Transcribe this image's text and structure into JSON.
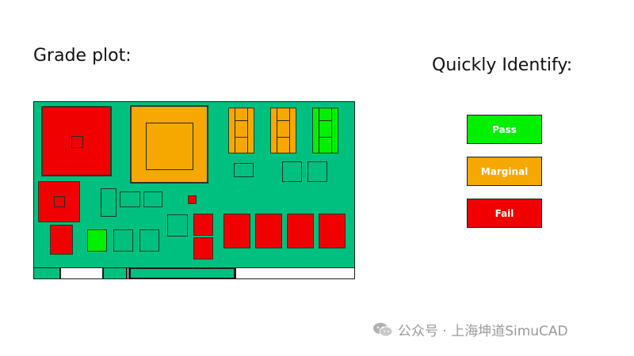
{
  "left_title": "Grade plot:",
  "right_title": "Quickly Identify:",
  "legend": [
    {
      "label": "Pass",
      "color": "#00f000"
    },
    {
      "label": "Marginal",
      "color": "#f7a800"
    },
    {
      "label": "Fail",
      "color": "#f00000"
    }
  ],
  "colors": {
    "board": "#00c07f",
    "pass": "#00f000",
    "marginal": "#f7a800",
    "fail": "#f00000"
  },
  "components": [
    {
      "grade": "fail"
    },
    {
      "grade": "marginal"
    },
    {
      "grade": "marginal"
    },
    {
      "grade": "marginal"
    },
    {
      "grade": "pass"
    },
    {
      "grade": "fail"
    },
    {
      "grade": "fail"
    },
    {
      "grade": "fail"
    },
    {
      "grade": "pass"
    },
    {
      "grade": "fail"
    },
    {
      "grade": "fail"
    },
    {
      "grade": "fail"
    },
    {
      "grade": "fail"
    },
    {
      "grade": "fail"
    },
    {
      "grade": "fail"
    }
  ],
  "watermark": {
    "icon": "wechat-icon",
    "text": "公众号 · 上海坤道SimuCAD"
  }
}
